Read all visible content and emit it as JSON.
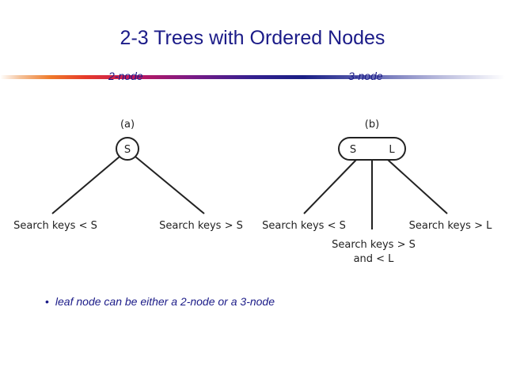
{
  "slide": {
    "title": "2-3 Trees with Ordered Nodes",
    "left_type": "2-node",
    "right_type": "3-node"
  },
  "diagram_a": {
    "label": "(a)",
    "node_key": "S",
    "left_child": "Search keys < S",
    "right_child": "Search keys > S"
  },
  "diagram_b": {
    "label": "(b)",
    "node_key_left": "S",
    "node_key_right": "L",
    "left_child": "Search keys < S",
    "middle_child_line1": "Search keys > S",
    "middle_child_line2": "and < L",
    "right_child": "Search keys > L"
  },
  "bullets": [
    "leaf node can be either a 2-node or a 3-node"
  ],
  "colors": {
    "title": "#1b1b88",
    "diagram_text": "#222222"
  }
}
